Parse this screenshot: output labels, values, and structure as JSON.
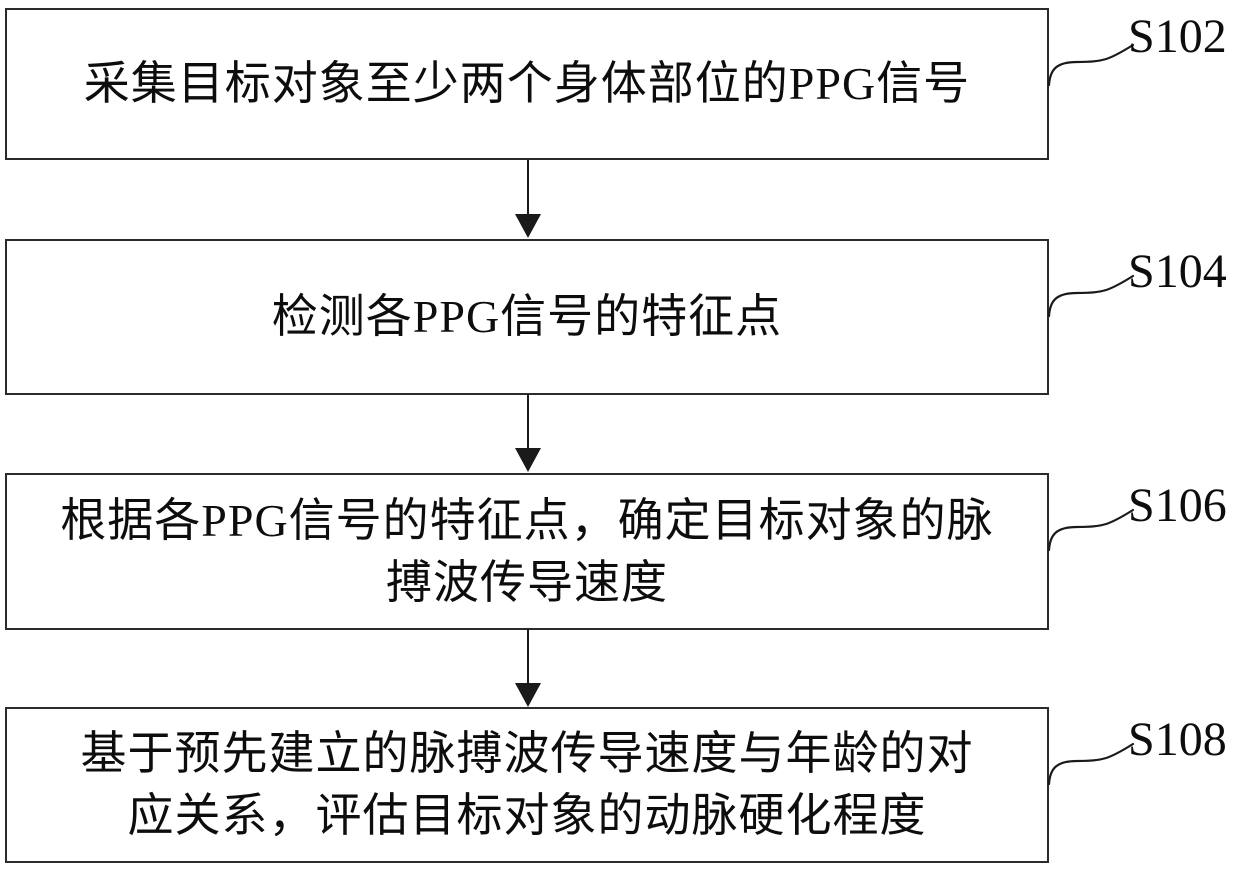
{
  "figure": {
    "type": "flowchart",
    "background_color": "#ffffff",
    "line_color": "#1a1a1a",
    "text_color": "#0d0d0d",
    "steps": [
      {
        "label": "S102",
        "lines": [
          "采集目标对象至少两个身体部位的PPG信号"
        ]
      },
      {
        "label": "S104",
        "lines": [
          "检测各PPG信号的特征点"
        ]
      },
      {
        "label": "S106",
        "lines": [
          "根据各PPG信号的特征点，确定目标对象的脉",
          "搏波传导速度"
        ]
      },
      {
        "label": "S108",
        "lines": [
          "基于预先建立的脉搏波传导速度与年龄的对",
          "应关系，评估目标对象的动脉硬化程度"
        ]
      }
    ]
  }
}
